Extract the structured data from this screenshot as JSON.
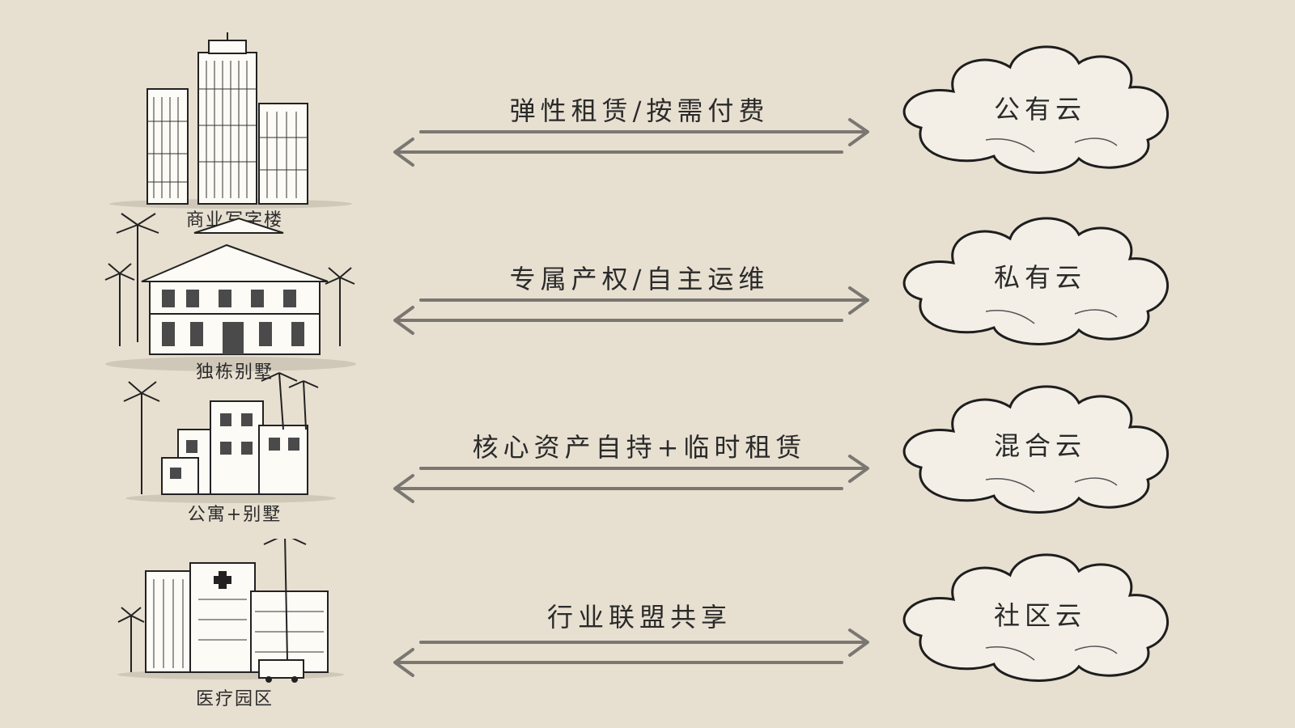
{
  "rows": [
    {
      "building_label": "商业写字楼",
      "relation": "弹性租赁/按需付费",
      "cloud": "公有云",
      "building_icon": "office-tower-icon"
    },
    {
      "building_label": "独栋别墅",
      "relation": "专属产权/自主运维",
      "cloud": "私有云",
      "building_icon": "villa-icon"
    },
    {
      "building_label": "公寓+别墅",
      "relation": "核心资产自持+临时租赁",
      "cloud": "混合云",
      "building_icon": "apartment-villa-icon"
    },
    {
      "building_label": "医疗园区",
      "relation": "行业联盟共享",
      "cloud": "社区云",
      "building_icon": "hospital-campus-icon"
    }
  ],
  "colors": {
    "background": "#e7dfd0",
    "arrow": "#7a7772",
    "cloud_fill": "#f3efe6",
    "ink": "#2a2a2a"
  }
}
